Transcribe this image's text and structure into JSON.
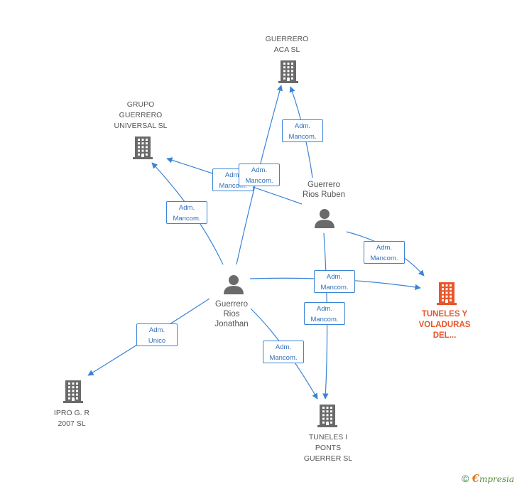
{
  "colors": {
    "edge": "#3a84d6",
    "company": "#6a6a6a",
    "focus_company": "#e8562a",
    "person": "#6a6a6a"
  },
  "nodes": {
    "guerrero_aca": {
      "label1": "GUERRERO",
      "label2": "ACA SL",
      "icon": "building-icon"
    },
    "grupo_guerrero": {
      "label1": "GRUPO",
      "label2": "GUERRERO",
      "label3": "UNIVERSAL SL",
      "icon": "building-icon"
    },
    "ruben": {
      "label1": "Guerrero",
      "label2": "Rios Ruben",
      "icon": "person-icon"
    },
    "jonathan": {
      "label1": "Guerrero",
      "label2": "Rios",
      "label3": "Jonathan",
      "icon": "person-icon"
    },
    "tuneles_voladuras": {
      "label1": "TUNELES Y",
      "label2": "VOLADURAS",
      "label3": "DEL...",
      "icon": "building-icon"
    },
    "ipro": {
      "label1": "IPRO G. R",
      "label2": "2007 SL",
      "icon": "building-icon"
    },
    "tuneles_ponts": {
      "label1": "TUNELES I",
      "label2": "PONTS",
      "label3": "GUERRER SL",
      "icon": "building-icon"
    }
  },
  "edges": [
    {
      "id": "e1",
      "from": "ruben",
      "to": "guerrero_aca",
      "label1": "Adm.",
      "label2": "Mancom."
    },
    {
      "id": "e2",
      "from": "ruben",
      "to": "grupo_guerrero",
      "label1": "Adm.",
      "label2": "Mancom."
    },
    {
      "id": "e3",
      "from": "jonathan",
      "to": "guerrero_aca",
      "label1": "Adm.",
      "label2": "Mancom."
    },
    {
      "id": "e4",
      "from": "jonathan",
      "to": "grupo_guerrero",
      "label1": "Adm.",
      "label2": "Mancom."
    },
    {
      "id": "e5",
      "from": "ruben",
      "to": "tuneles_voladuras",
      "label1": "Adm.",
      "label2": "Mancom."
    },
    {
      "id": "e6",
      "from": "jonathan",
      "to": "tuneles_voladuras",
      "label1": "Adm.",
      "label2": "Mancom."
    },
    {
      "id": "e7",
      "from": "ruben",
      "to": "tuneles_ponts",
      "label1": "Adm.",
      "label2": "Mancom."
    },
    {
      "id": "e8",
      "from": "jonathan",
      "to": "tuneles_ponts",
      "label1": "Adm.",
      "label2": "Mancom."
    },
    {
      "id": "e9",
      "from": "jonathan",
      "to": "ipro",
      "label1": "Adm.",
      "label2": "Unico"
    }
  ],
  "footer": {
    "copyright": "©",
    "brand_first": "€",
    "brand_rest": "mpresia"
  }
}
